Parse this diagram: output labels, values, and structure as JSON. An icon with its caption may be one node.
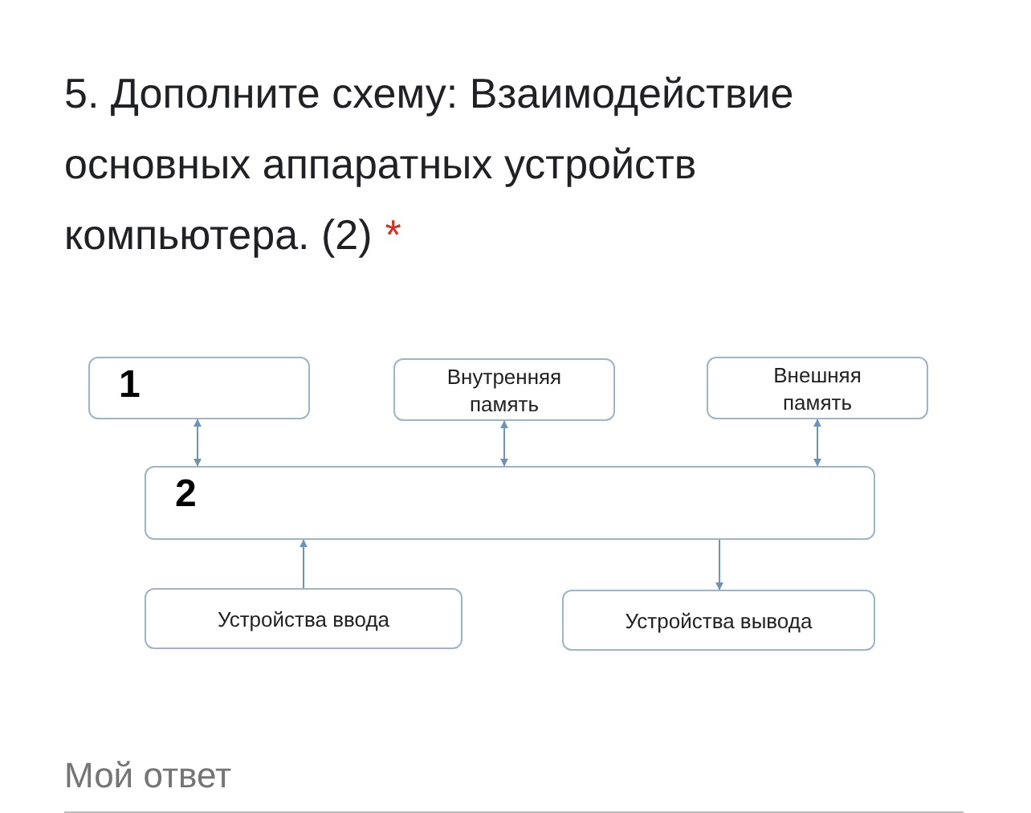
{
  "diagram": {
    "title": "5. Дополните схему: Взаимодействие основных аппаратных устройств компьютера. (2)",
    "nodes": [
      {
        "text": [
          "1"
        ]
      },
      {
        "text": [
          "Внутренняя память"
        ]
      },
      {
        "text": [
          "Внешняя память"
        ]
      },
      {
        "text": [
          "2"
        ]
      },
      {
        "text": [
          "Устройства ввода"
        ]
      },
      {
        "text": [
          "Устройства вывода"
        ]
      }
    ],
    "edges": [
      {
        "from": 0,
        "to": 3,
        "arrow": "both"
      },
      {
        "from": 1,
        "to": 3,
        "arrow": "both"
      },
      {
        "from": 2,
        "to": 3,
        "arrow": "both"
      },
      {
        "from": 4,
        "to": 3,
        "arrow": "to"
      },
      {
        "from": 3,
        "to": 5,
        "arrow": "to"
      }
    ],
    "labels": [
      "*",
      "Мой ответ"
    ]
  }
}
